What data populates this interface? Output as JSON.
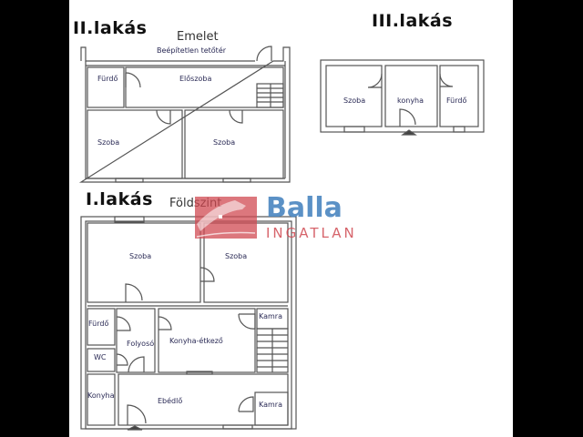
{
  "plan": {
    "upper_unit": {
      "title": "II.lakás",
      "floor_label": "Emelet",
      "attic_label": "Beépítetlen tetőtér",
      "rooms": [
        {
          "label": "Fürdő"
        },
        {
          "label": "Előszoba"
        },
        {
          "label": "Szoba"
        },
        {
          "label": "Szoba"
        }
      ]
    },
    "third_unit": {
      "title": "III.lakás",
      "rooms": [
        {
          "label": "Szoba"
        },
        {
          "label": "konyha"
        },
        {
          "label": "Fürdő"
        }
      ]
    },
    "ground_unit": {
      "title": "I.lakás",
      "floor_label": "Földszint",
      "rooms": [
        {
          "label": "Szoba"
        },
        {
          "label": "Szoba"
        },
        {
          "label": "Fürdő"
        },
        {
          "label": "Folyosó"
        },
        {
          "label": "Konyha-étkező"
        },
        {
          "label": "Kamra"
        },
        {
          "label": "WC"
        },
        {
          "label": "Konyha"
        },
        {
          "label": "Ebédlő"
        },
        {
          "label": "Kamra"
        }
      ]
    }
  },
  "watermark": {
    "brand": "Balla",
    "tagline": "INGATLAN",
    "colors": {
      "brand": "#4a86c0",
      "accent": "#d04a52"
    }
  }
}
